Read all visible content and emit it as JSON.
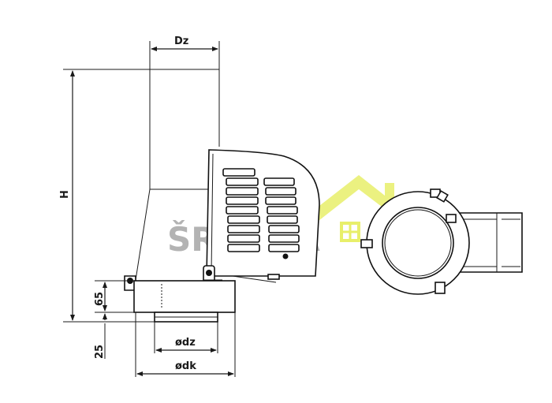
{
  "dimensions": {
    "dz": "Dz",
    "h": "H",
    "dim_65": "65",
    "dim_25": "25",
    "inner_dia": "ødz",
    "outer_dia": "ødk"
  },
  "watermark": {
    "text": "ŠRUBKA",
    "house_color": "#e8ef6a",
    "text_color": "#9a9a9a"
  },
  "colors": {
    "line": "#111111",
    "background": "#ffffff"
  }
}
